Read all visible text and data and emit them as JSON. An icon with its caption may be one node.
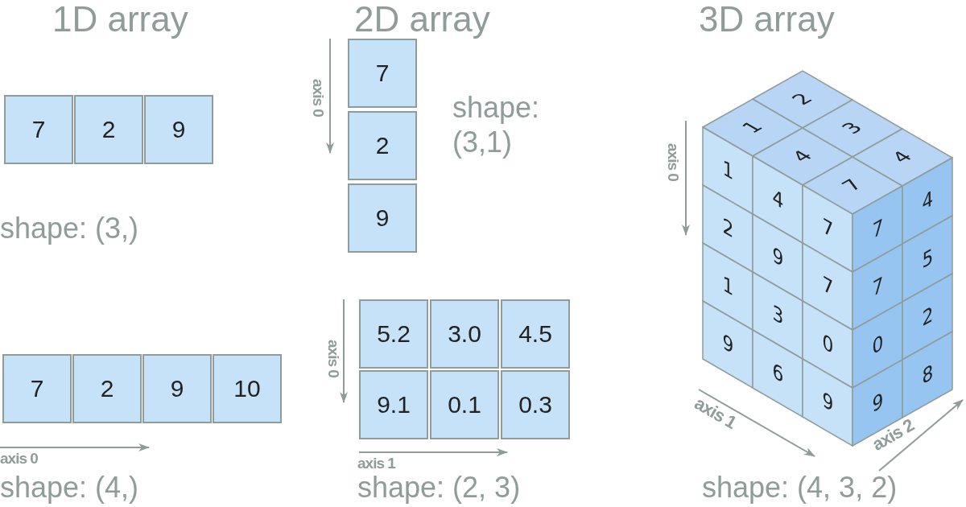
{
  "diagram": {
    "nodes": [
      {
        "text": [
          "7"
        ]
      },
      {
        "text": [
          "2"
        ]
      },
      {
        "text": [
          "9"
        ]
      },
      {
        "text": [
          "7"
        ]
      },
      {
        "text": [
          "2"
        ]
      },
      {
        "text": [
          "9"
        ]
      },
      {
        "text": [
          "10"
        ]
      },
      {
        "text": [
          "7"
        ]
      },
      {
        "text": [
          "2"
        ]
      },
      {
        "text": [
          "9"
        ]
      },
      {
        "text": [
          "5.2"
        ]
      },
      {
        "text": [
          "3.0"
        ]
      },
      {
        "text": [
          "4.5"
        ]
      },
      {
        "text": [
          "9.1"
        ]
      },
      {
        "text": [
          "0.1"
        ]
      },
      {
        "text": [
          "0.3"
        ]
      },
      {
        "text": [
          "1"
        ]
      },
      {
        "text": [
          "2"
        ]
      },
      {
        "text": [
          "4"
        ]
      },
      {
        "text": [
          "3"
        ]
      },
      {
        "text": [
          "7"
        ]
      },
      {
        "text": [
          "4"
        ]
      },
      {
        "text": [
          "1"
        ]
      },
      {
        "text": [
          "4"
        ]
      },
      {
        "text": [
          "7"
        ]
      },
      {
        "text": [
          "2"
        ]
      },
      {
        "text": [
          "9"
        ]
      },
      {
        "text": [
          "7"
        ]
      },
      {
        "text": [
          "1"
        ]
      },
      {
        "text": [
          "3"
        ]
      },
      {
        "text": [
          "0"
        ]
      },
      {
        "text": [
          "9"
        ]
      },
      {
        "text": [
          "6"
        ]
      },
      {
        "text": [
          "9"
        ]
      },
      {
        "text": [
          "7"
        ]
      },
      {
        "text": [
          "4"
        ]
      },
      {
        "text": [
          "7"
        ]
      },
      {
        "text": [
          "5"
        ]
      },
      {
        "text": [
          "0"
        ]
      },
      {
        "text": [
          "2"
        ]
      },
      {
        "text": [
          "9"
        ]
      },
      {
        "text": [
          "8"
        ]
      }
    ],
    "labels": [
      "1D array",
      "2D array",
      "3D array",
      "axis 0",
      "shape: (3,1)",
      "axis 0",
      "shape: (3,)",
      "axis 0",
      "axis 1",
      "axis 0",
      "axis 1",
      "axis 2",
      "shape: (4,)",
      "shape: (2, 3)",
      "shape: (4, 3, 2)"
    ]
  }
}
